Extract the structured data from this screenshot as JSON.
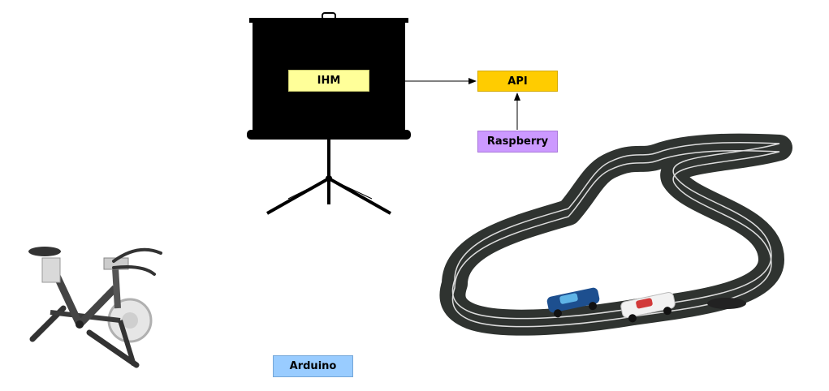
{
  "nodes": {
    "ihm": {
      "label": "IHM",
      "color": "#ffff99"
    },
    "api": {
      "label": "API",
      "color": "#ffcc00"
    },
    "raspberry": {
      "label": "Raspberry",
      "color": "#cc99ff"
    },
    "arduino": {
      "label": "Arduino",
      "color": "#99ccff"
    }
  },
  "edges": [
    {
      "from": "ihm",
      "to": "api"
    },
    {
      "from": "raspberry",
      "to": "api"
    }
  ],
  "illustrations": [
    "projector-screen",
    "exercise-bike",
    "slot-car-track",
    "blue-race-car",
    "white-race-car"
  ]
}
